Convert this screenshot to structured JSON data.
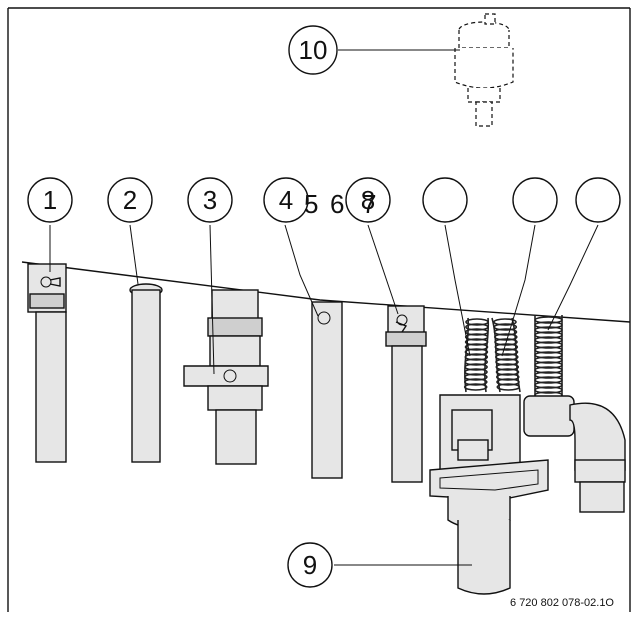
{
  "callouts": [
    {
      "id": "1",
      "label": "1"
    },
    {
      "id": "2",
      "label": "2"
    },
    {
      "id": "3",
      "label": "3"
    },
    {
      "id": "4",
      "label": "4"
    },
    {
      "id": "8",
      "label": "8"
    },
    {
      "id": "blank-a",
      "label": ""
    },
    {
      "id": "blank-b",
      "label": ""
    },
    {
      "id": "blank-c",
      "label": ""
    },
    {
      "id": "9",
      "label": "9"
    },
    {
      "id": "10",
      "label": "10"
    }
  ],
  "loose_labels": {
    "label_5": "5",
    "label_6": "6",
    "label_7": "7"
  },
  "reference_code": "6 720 802 078-02.1O"
}
